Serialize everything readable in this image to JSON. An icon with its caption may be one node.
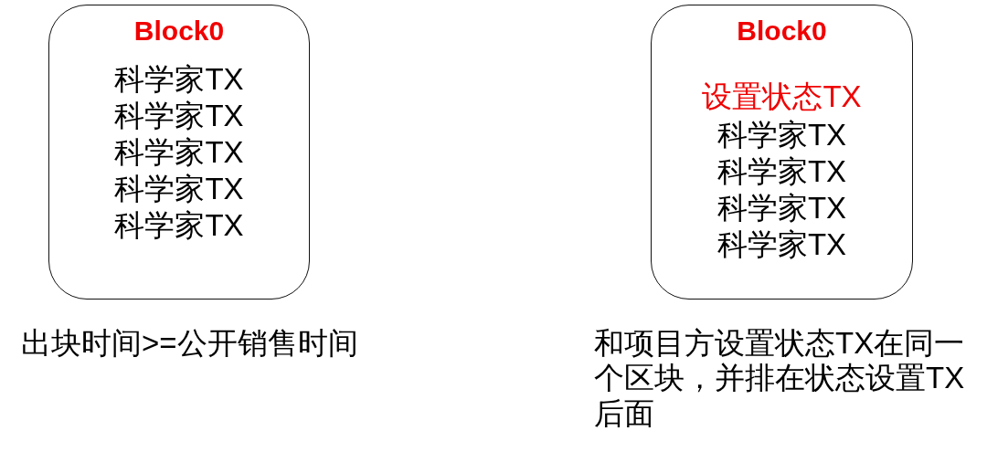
{
  "diagram": {
    "nodes": [
      {
        "text": [
          "Block0",
          "科学家TX",
          "科学家TX",
          "科学家TX",
          "科学家TX",
          "科学家TX"
        ],
        "beside": [
          "出块时间>=公开销售时间"
        ]
      },
      {
        "text": [
          "Block0",
          "设置状态TX",
          "科学家TX",
          "科学家TX",
          "科学家TX",
          "科学家TX"
        ],
        "beside": [
          "和项目方设置状态TX在同一个区块，并排在状态设置TX后面"
        ]
      }
    ]
  }
}
